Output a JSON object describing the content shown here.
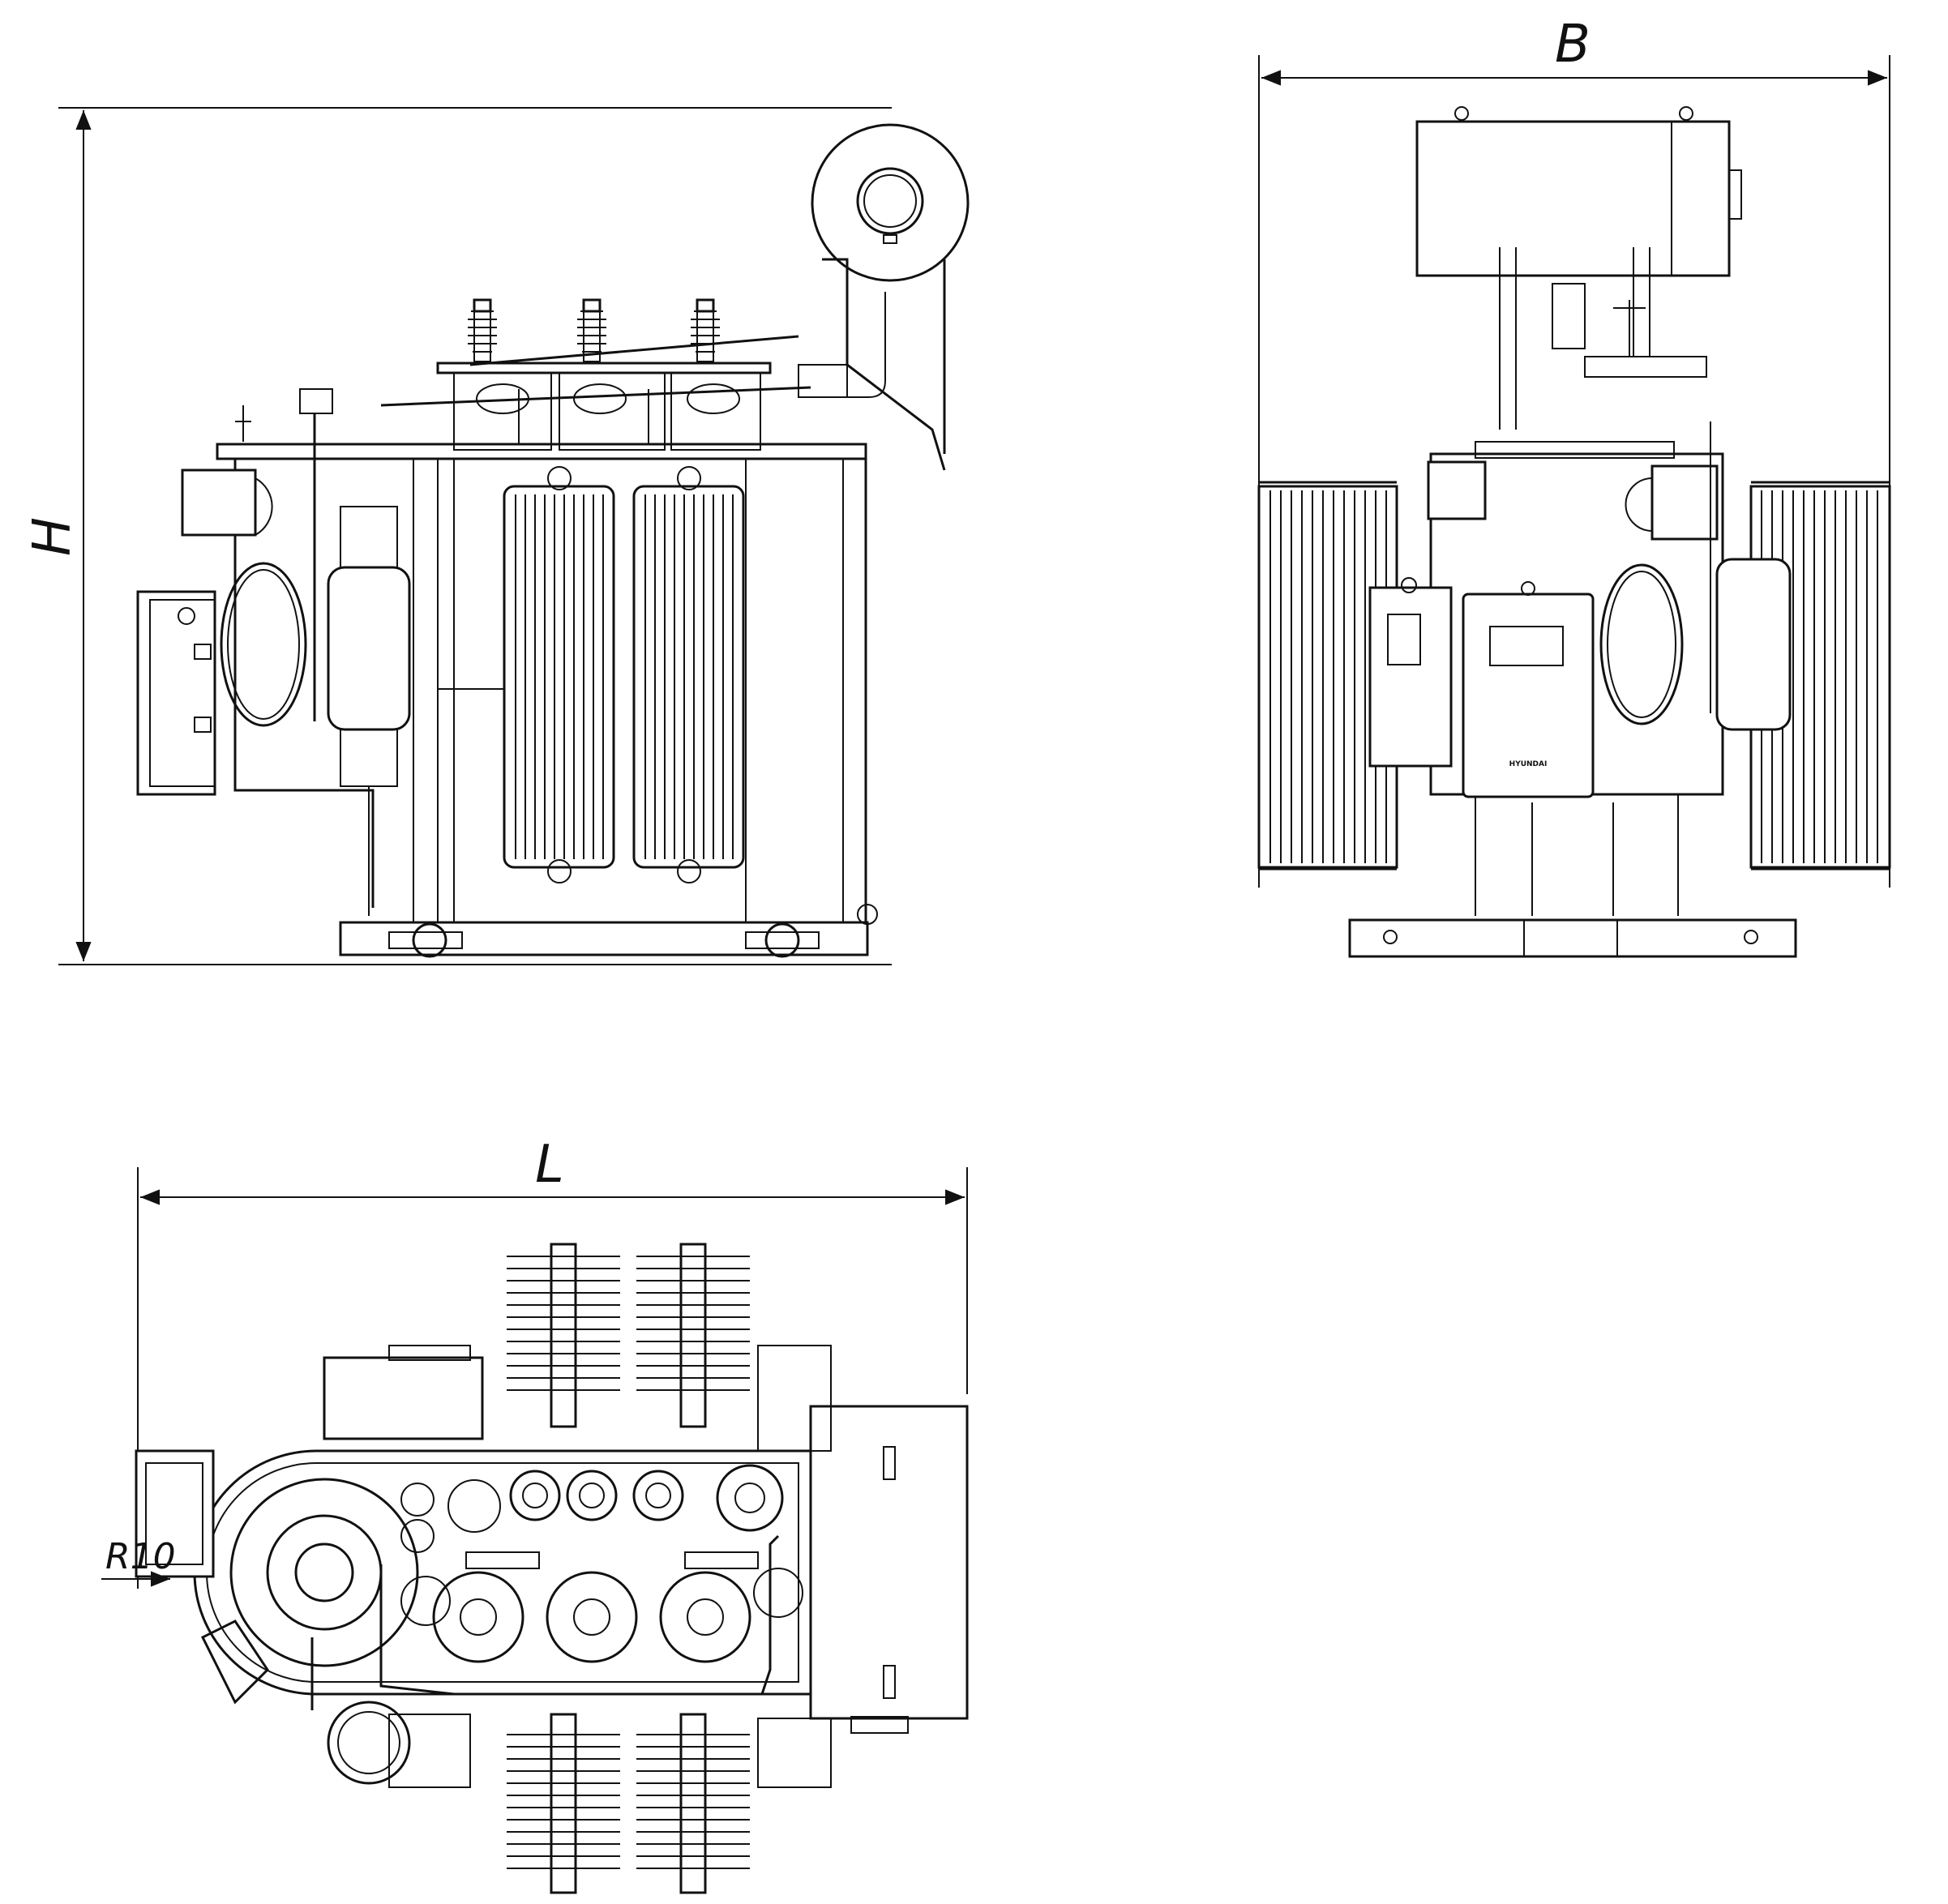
{
  "dimensions": {
    "height_label": "H",
    "width_label": "B",
    "length_label": "L",
    "radius_label": "R10"
  },
  "nameplate": {
    "brand": "HYUNDAI"
  },
  "colors": {
    "line": "#111111",
    "background": "#ffffff"
  }
}
